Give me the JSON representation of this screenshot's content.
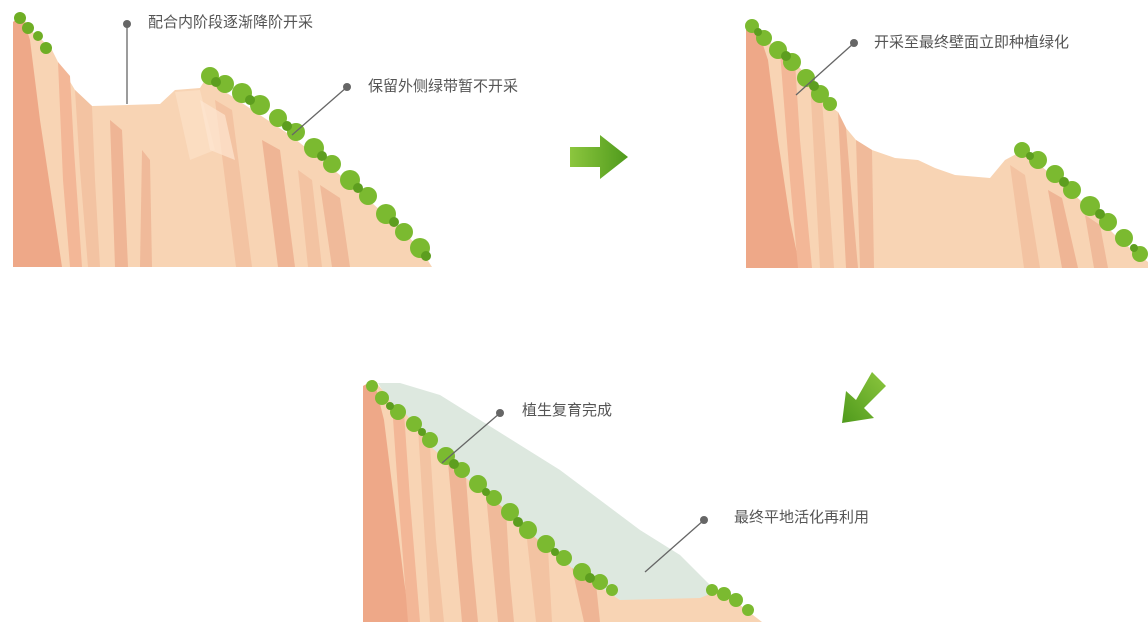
{
  "colors": {
    "rock_light": "#f8d4b4",
    "rock_mid": "#f3c3a2",
    "rock_dark": "#eea888",
    "rock_shadow": "#e89a7e",
    "foliage_light": "#8cc63e",
    "foliage_dark": "#5d9e1f",
    "vegetation_zone": "#dde8df",
    "arrow_light": "#8cc63e",
    "arrow_dark": "#4f9a1c",
    "pointer": "#666666",
    "text": "#555555"
  },
  "stages": [
    {
      "labels": [
        "配合内阶段逐渐降阶开采",
        "保留外侧绿带暂不开采"
      ]
    },
    {
      "labels": [
        "开采至最终壁面立即种植绿化"
      ]
    },
    {
      "labels": [
        "植生复育完成",
        "最终平地活化再利用"
      ]
    }
  ],
  "arrows": [
    "right-arrow-icon",
    "down-left-arrow-icon"
  ]
}
